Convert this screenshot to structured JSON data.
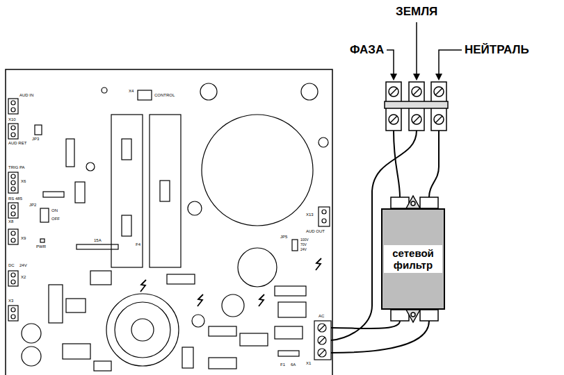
{
  "diagram": {
    "nodes": [
      {
        "text": [
          "сетевой фильтр"
        ]
      }
    ],
    "labels": [
      "ФАЗА",
      "ЗЕМЛЯ",
      "НЕЙТРАЛЬ",
      "AUD IN",
      "X4",
      "CONTROL",
      "X10",
      "AUD RET",
      "JP3",
      "TRIG PA",
      "X6",
      "RS 485",
      "X8",
      "JP2",
      "ON",
      "OFF",
      "X9",
      "PWR",
      "F4",
      "15A",
      "DC",
      "24V",
      "X2",
      "X3",
      "X13",
      "AUD OUT",
      "JP5",
      "100V",
      "70V",
      "24V",
      "AC",
      "X1",
      "F1",
      "6A"
    ]
  }
}
